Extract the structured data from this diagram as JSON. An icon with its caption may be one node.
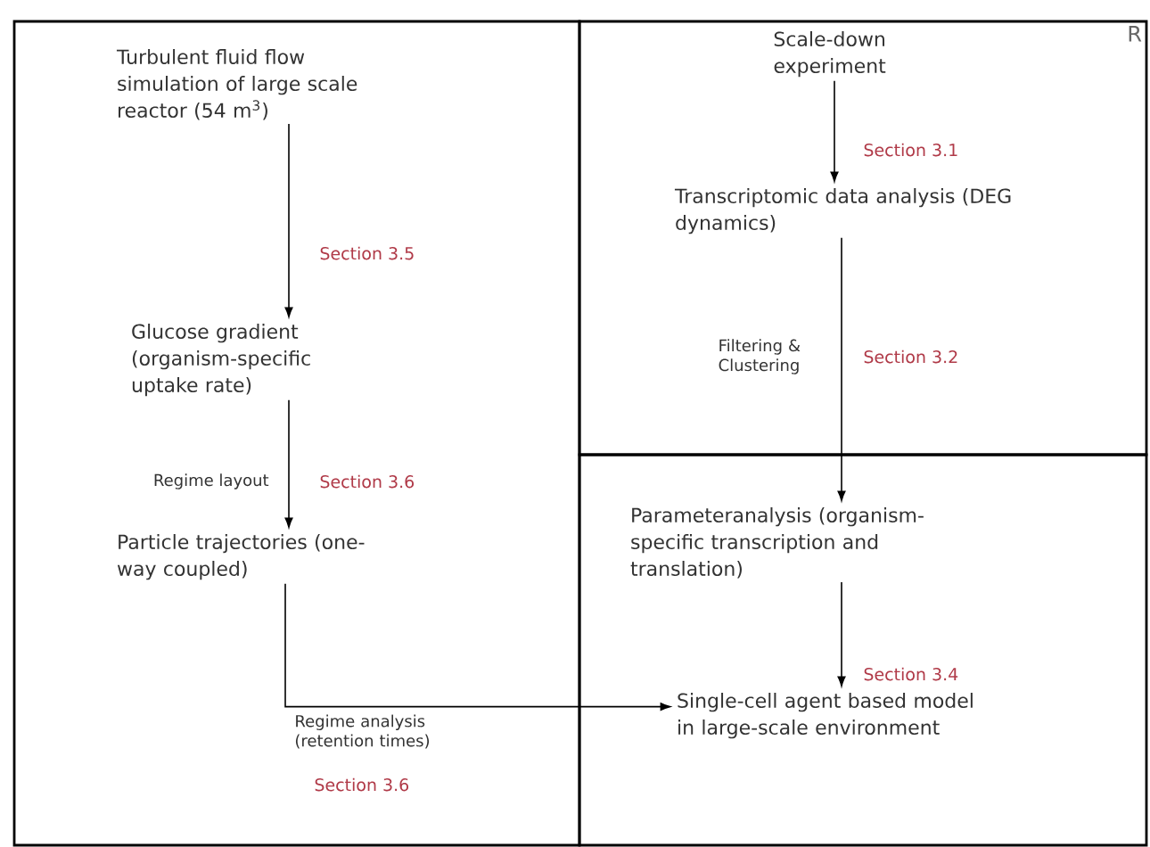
{
  "diagram": {
    "nodes": [
      {
        "text": [],
        "shape": "box"
      },
      {
        "text": [
          "R"
        ]
      },
      {
        "text": [],
        "shape": "box"
      },
      {
        "text": [
          "Turbulent fluid flow simulation of large scale reactor (54 m$^{3}$)"
        ],
        "in": 0
      },
      {
        "text": [
          "Glucose gradient (organism-specific uptake rate)"
        ],
        "in": 0
      },
      {
        "text": [
          "Particle trajectories (one-way coupled)"
        ],
        "in": 0
      },
      {
        "text": [
          "Scale-down experiment"
        ],
        "in": 1
      },
      {
        "text": [
          "Transcriptomic data analysis (DEG dynamics)"
        ],
        "in": 1
      },
      {
        "text": [
          "Parameteranalysis (organism-specific transcription and translation)"
        ],
        "in": 2
      },
      {
        "text": [
          "Single-cell agent based model in large-scale environment"
        ],
        "in": 2
      }
    ],
    "edges": [
      {
        "from": 3,
        "to": 4,
        "arrow": "to",
        "label": "Section 3.5"
      },
      {
        "from": 4,
        "to": 5,
        "arrow": "to",
        "label": "Section 3.6"
      },
      {
        "from": 6,
        "to": 7,
        "arrow": "to",
        "label": "Section 3.1"
      },
      {
        "from": 7,
        "to": 8,
        "arrow": "to",
        "label": "Section 3.2"
      },
      {
        "from": 8,
        "to": 9,
        "arrow": "to",
        "label": "Section 3.4"
      },
      {
        "from": 5,
        "to": 9,
        "arrow": "to",
        "label": "Section 3.6"
      }
    ],
    "labels": [
      "Regime layout",
      "Filtering & Clustering",
      "Regime analysis (retention times)"
    ]
  }
}
